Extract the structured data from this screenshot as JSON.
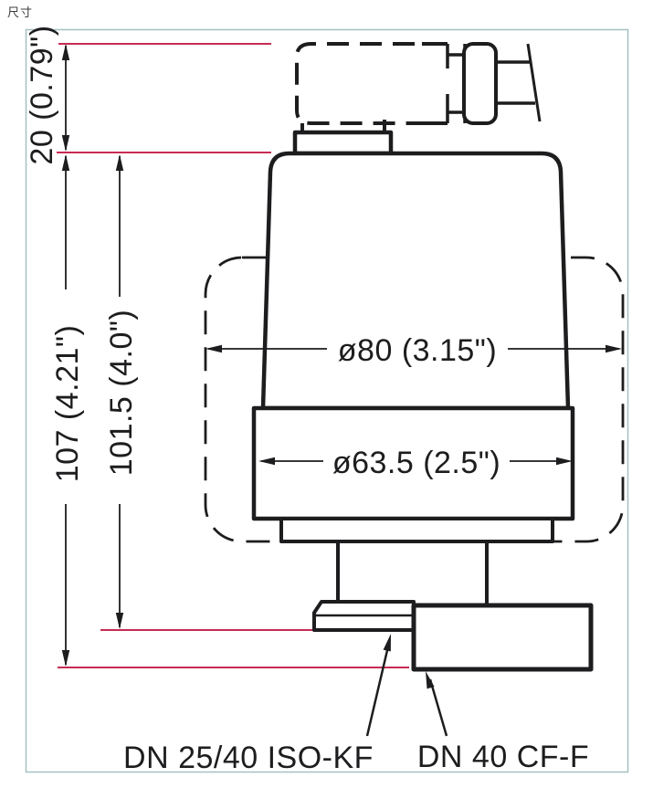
{
  "page": {
    "heading": "尺寸"
  },
  "diagram": {
    "dimensions": {
      "connector_height": "20 (0.79\")",
      "overall_height": "107 (4.21\")",
      "body_height": "101.5 (4.0\")",
      "outer_diameter": "ø80 (3.15\")",
      "flange_diameter": "ø63.5 (2.5\")"
    },
    "labels": {
      "kf_flange": "DN 25/40 ISO-KF",
      "cf_flange": "DN 40 CF-F"
    },
    "colors": {
      "reference_line": "#c72b53",
      "outline": "#1d1d1f",
      "frame_border": "#a6c0c2"
    }
  }
}
